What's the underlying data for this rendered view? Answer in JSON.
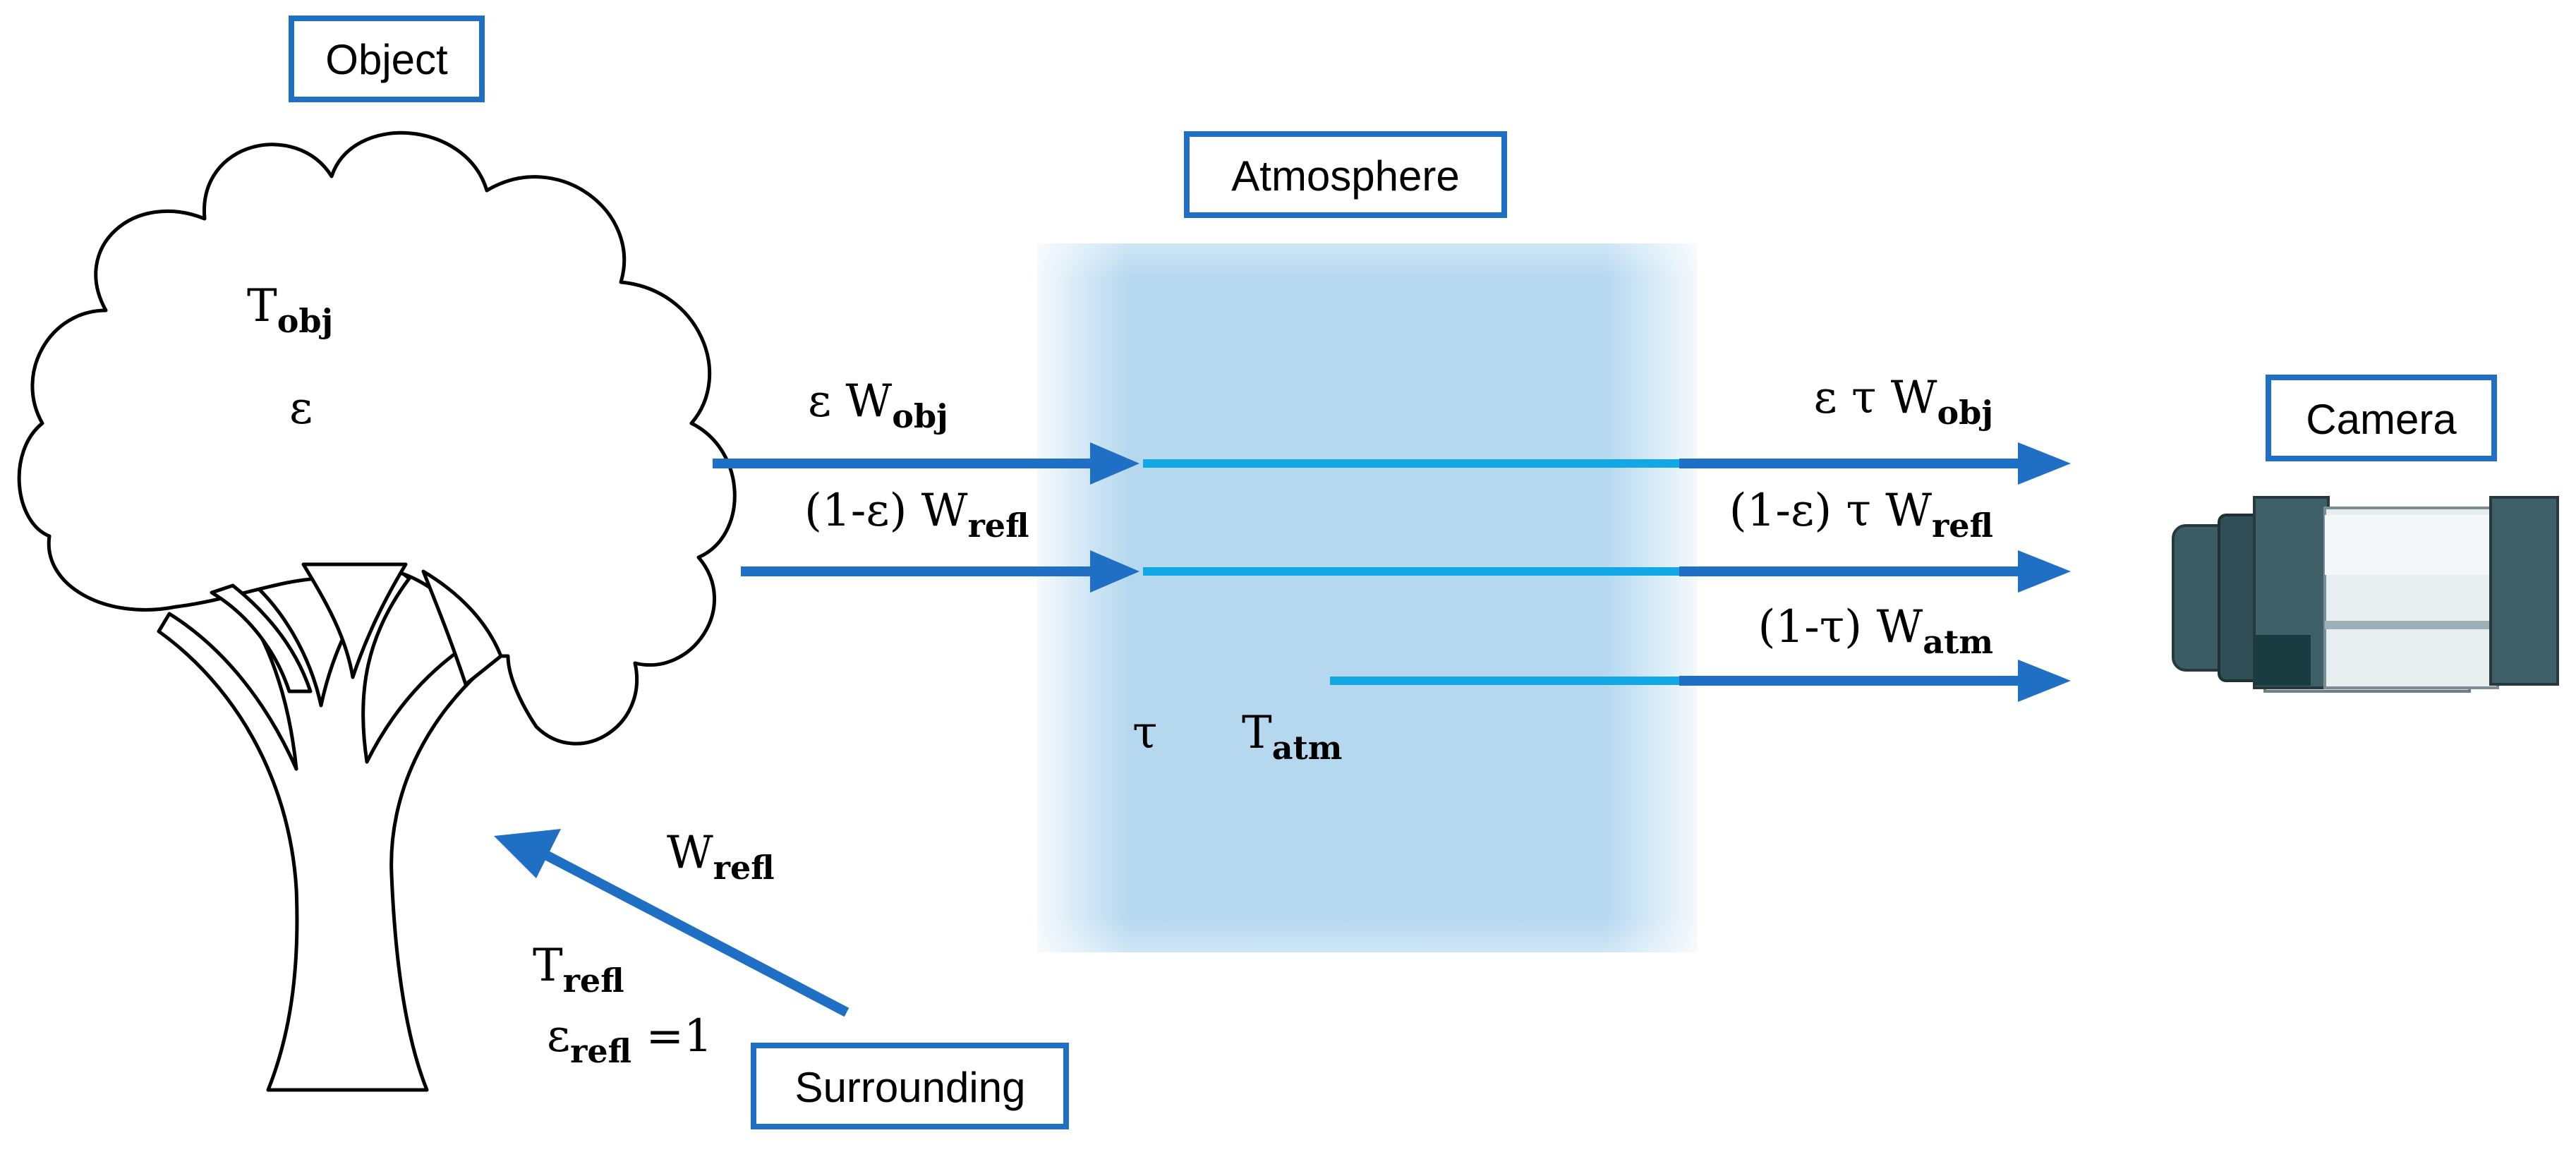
{
  "boxes": {
    "object": "Object",
    "atmosphere": "Atmosphere",
    "camera": "Camera",
    "surrounding": "Surrounding"
  },
  "object_labels": {
    "t_main": "T",
    "t_sub": "obj",
    "epsilon": "ε"
  },
  "beam_labels": {
    "in1_main": "ε W",
    "in1_sub": "obj",
    "in2_main": "(1-ε) W",
    "in2_sub": "refl",
    "out1_main": "ε τ W",
    "out1_sub": "obj",
    "out2_main": "(1-ε) τ W",
    "out2_sub": "refl",
    "out3_main": "(1-τ) W",
    "out3_sub": "atm"
  },
  "atmosphere_labels": {
    "tau": "τ",
    "t_main": "T",
    "t_sub": "atm"
  },
  "surrounding_labels": {
    "w_main": "W",
    "w_sub": "refl",
    "t_main": "T",
    "t_sub": "refl",
    "eps_main": "ε",
    "eps_sub": "refl",
    "eps_value": " =1"
  },
  "colors": {
    "arrow": "#1f6fc4",
    "beam_inside": "#12a8e6",
    "atmosphere": "#b5d8ef",
    "box_border": "#1f6fc4"
  }
}
